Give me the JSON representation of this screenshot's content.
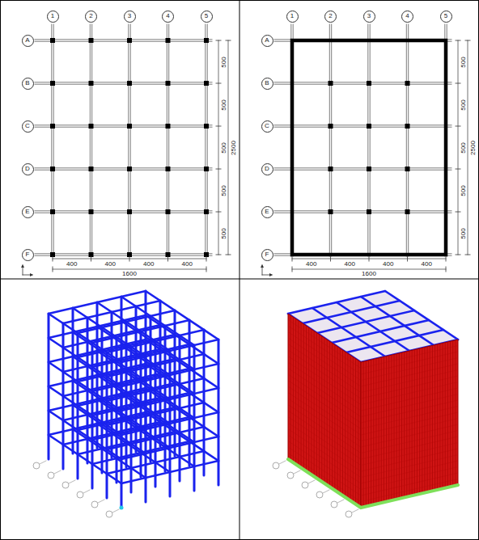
{
  "diagram": {
    "nodes": [
      {
        "text": [
          "1"
        ]
      },
      {
        "text": [
          "2"
        ]
      },
      {
        "text": [
          "3"
        ]
      },
      {
        "text": [
          "4"
        ]
      },
      {
        "text": [
          "5"
        ]
      },
      {
        "text": [
          "A"
        ]
      },
      {
        "text": [
          "B"
        ]
      },
      {
        "text": [
          "C"
        ]
      },
      {
        "text": [
          "D"
        ]
      },
      {
        "text": [
          "E"
        ]
      },
      {
        "text": [
          "F"
        ]
      },
      {
        "text": [
          "1"
        ]
      },
      {
        "text": [
          "2"
        ]
      },
      {
        "text": [
          "3"
        ]
      },
      {
        "text": [
          "4"
        ]
      },
      {
        "text": [
          "5"
        ]
      },
      {
        "text": [
          "A"
        ]
      },
      {
        "text": [
          "B"
        ]
      },
      {
        "text": [
          "C"
        ]
      },
      {
        "text": [
          "D"
        ]
      },
      {
        "text": [
          "E"
        ]
      },
      {
        "text": [
          "F"
        ]
      }
    ],
    "labels": [
      "500",
      "500",
      "500",
      "500",
      "500",
      "2500",
      "400",
      "400",
      "400",
      "400",
      "1600",
      "500",
      "500",
      "500",
      "500",
      "500",
      "2500",
      "400",
      "400",
      "400",
      "400",
      "1600"
    ]
  }
}
